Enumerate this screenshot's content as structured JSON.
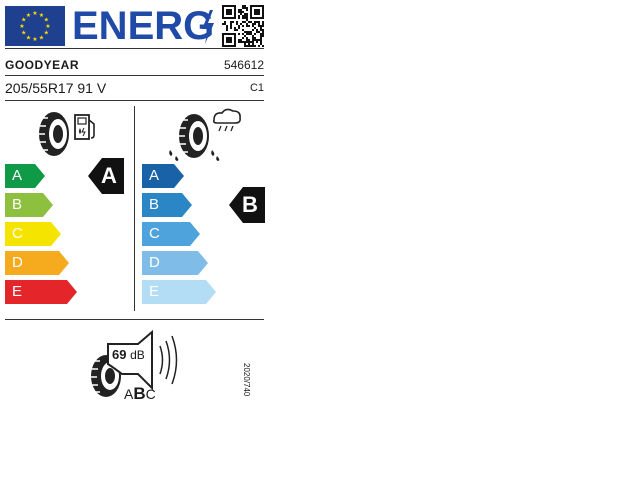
{
  "header": {
    "energy_word": "ENERG",
    "eu_flag_color": "#1f3f8f",
    "energy_color": "#1f4aa8"
  },
  "tyre": {
    "brand": "GOODYEAR",
    "article_code": "546612",
    "size": "205/55R17 91 V",
    "tyre_class": "C1"
  },
  "fuel_efficiency": {
    "icon": "tyre-fuel-pump-icon",
    "scale": [
      {
        "letter": "A",
        "color": "#0f9a48"
      },
      {
        "letter": "B",
        "color": "#8dc03f"
      },
      {
        "letter": "C",
        "color": "#f5e400"
      },
      {
        "letter": "D",
        "color": "#f6ab1f"
      },
      {
        "letter": "E",
        "color": "#e4262b"
      }
    ],
    "rating": "A",
    "rating_index": 0
  },
  "wet_grip": {
    "icon": "tyre-rain-cloud-icon",
    "scale": [
      {
        "letter": "A",
        "color": "#1a62a8"
      },
      {
        "letter": "B",
        "color": "#2b86c6"
      },
      {
        "letter": "C",
        "color": "#4ea3dc"
      },
      {
        "letter": "D",
        "color": "#7fbde8"
      },
      {
        "letter": "E",
        "color": "#b3dcf5"
      }
    ],
    "rating": "B",
    "rating_index": 1
  },
  "noise": {
    "icon": "tyre-speaker-icon",
    "value": "69",
    "unit": "dB",
    "class_a": "A",
    "class_b": "B",
    "class_c": "C"
  },
  "regulation": "2020/740"
}
